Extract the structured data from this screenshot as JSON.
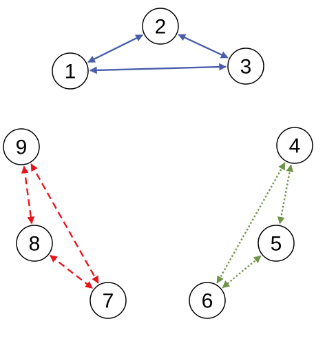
{
  "nodes": [
    {
      "id": "1",
      "label": "1"
    },
    {
      "id": "2",
      "label": "2"
    },
    {
      "id": "3",
      "label": "3"
    },
    {
      "id": "4",
      "label": "4"
    },
    {
      "id": "5",
      "label": "5"
    },
    {
      "id": "6",
      "label": "6"
    },
    {
      "id": "7",
      "label": "7"
    },
    {
      "id": "8",
      "label": "8"
    },
    {
      "id": "9",
      "label": "9"
    }
  ],
  "edges": [
    {
      "from": "1",
      "to": "2",
      "style": "solid",
      "color": "#4A5DAA"
    },
    {
      "from": "2",
      "to": "3",
      "style": "solid",
      "color": "#4A5DAA"
    },
    {
      "from": "1",
      "to": "3",
      "style": "solid",
      "color": "#4A5DAA"
    },
    {
      "from": "4",
      "to": "5",
      "style": "dotted",
      "color": "#6F9447"
    },
    {
      "from": "4",
      "to": "6",
      "style": "dotted",
      "color": "#6F9447"
    },
    {
      "from": "5",
      "to": "6",
      "style": "dotted",
      "color": "#6F9447"
    },
    {
      "from": "9",
      "to": "8",
      "style": "dashed",
      "color": "#E8141C"
    },
    {
      "from": "9",
      "to": "7",
      "style": "dashed",
      "color": "#E8141C"
    },
    {
      "from": "8",
      "to": "7",
      "style": "dashed",
      "color": "#E8141C"
    }
  ],
  "arrowheads": "both-ends"
}
